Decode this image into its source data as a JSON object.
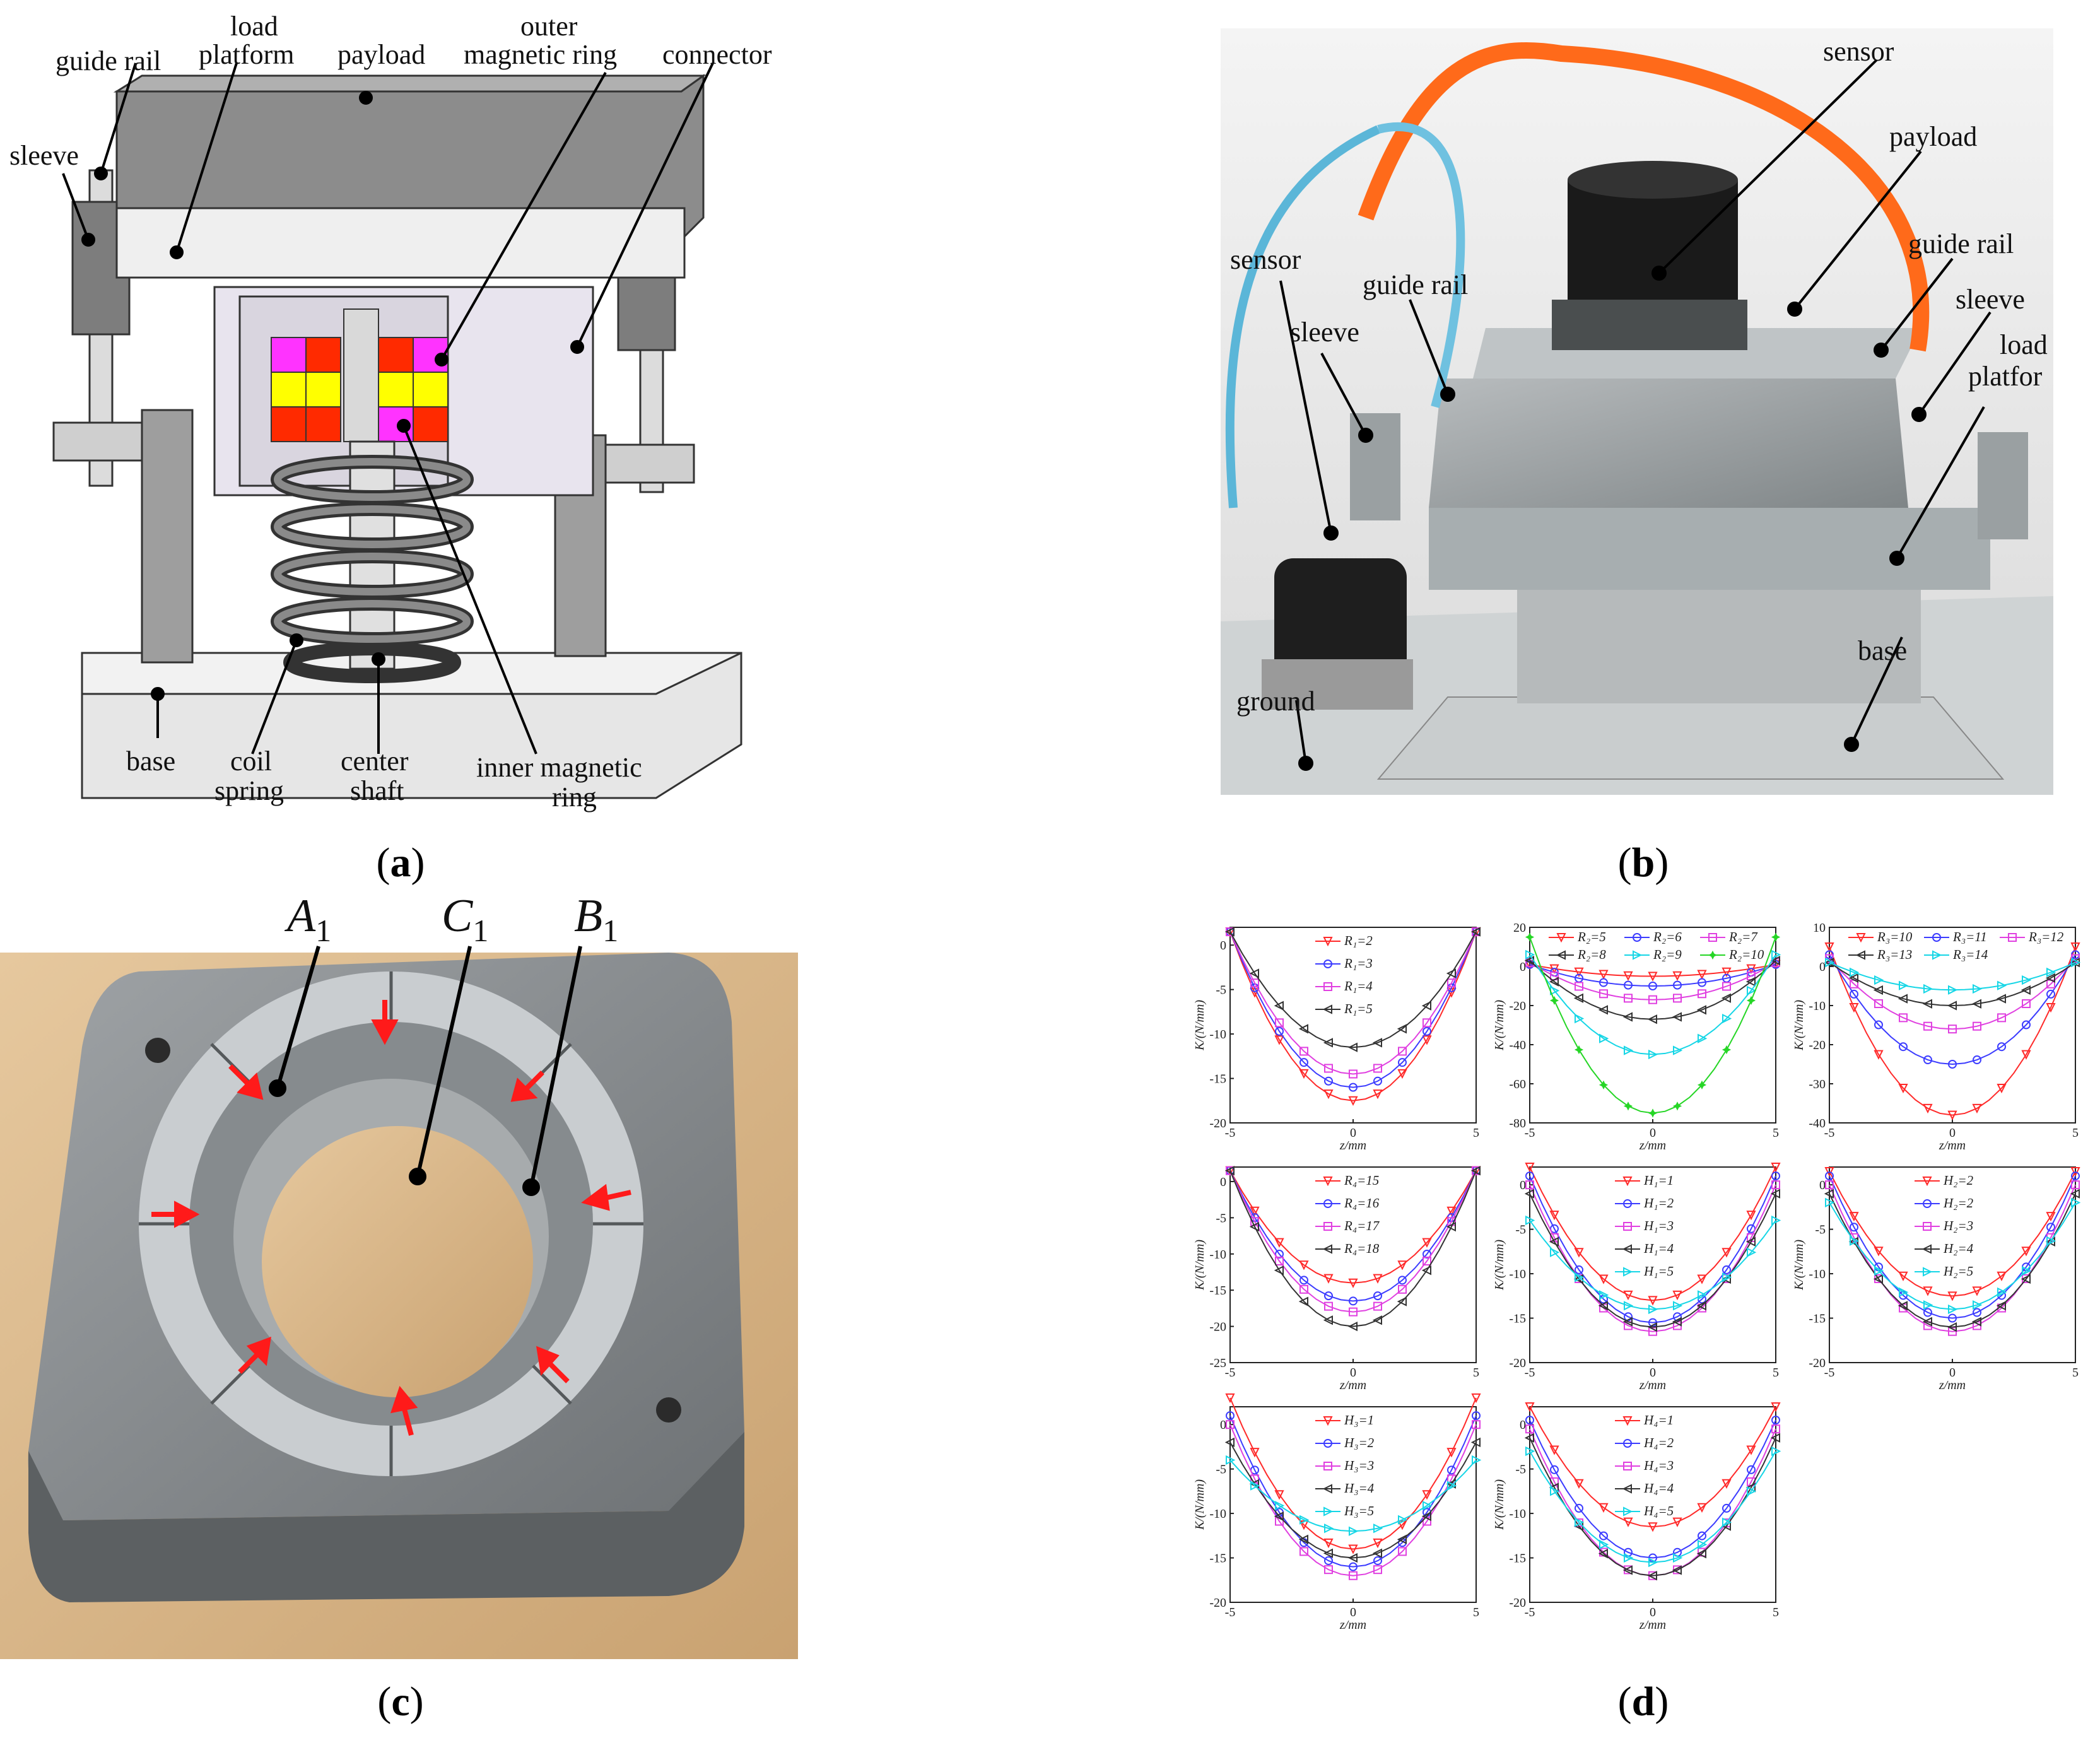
{
  "panel_a": {
    "caption_open": "(",
    "caption_letter": "a",
    "caption_close": ")",
    "labels": {
      "guide_rail": "guide rail",
      "load_platform_1": "load",
      "load_platform_2": "platform",
      "payload": "payload",
      "outer_1": "outer",
      "outer_2": "magnetic ring",
      "connector": "connector",
      "sleeve": "sleeve",
      "base": "base",
      "coil_1": "coil",
      "coil_2": "spring",
      "center_1": "center",
      "center_2": "shaft",
      "inner_1": "inner magnetic",
      "inner_2": "ring"
    }
  },
  "panel_b": {
    "caption_open": "(",
    "caption_letter": "b",
    "caption_close": ")",
    "labels": {
      "sensor_top": "sensor",
      "payload": "payload",
      "guide_rail_right": "guide rail",
      "sleeve_right": "sleeve",
      "load_1": "load",
      "load_2": "platfor",
      "sensor_left": "sensor",
      "guide_rail_left": "guide rail",
      "sleeve_left": "sleeve",
      "base": "base",
      "ground": "ground"
    }
  },
  "panel_c": {
    "caption_open": "(",
    "caption_letter": "c",
    "caption_close": ")",
    "labels": {
      "a1": "A",
      "a1_sub": "1",
      "c1": "C",
      "c1_sub": "1",
      "b1": "B",
      "b1_sub": "1"
    }
  },
  "panel_d": {
    "caption_open": "(",
    "caption_letter": "d",
    "caption_close": ")",
    "xlabel": "z/mm",
    "ylabel": "K/(N/mm)"
  },
  "chart_data": [
    {
      "type": "line",
      "id": "R1",
      "x": [
        -5,
        5
      ],
      "ylim": [
        -20,
        2
      ],
      "yticks": [
        0,
        -5,
        -10,
        -15,
        -20
      ],
      "legend": [
        "R₁=2",
        "R₁=3",
        "R₁=4",
        "R₁=5"
      ],
      "series": [
        {
          "name": "R₁=2",
          "min": -17.5,
          "end": 1.5
        },
        {
          "name": "R₁=3",
          "min": -16,
          "end": 1.5
        },
        {
          "name": "R₁=4",
          "min": -14.5,
          "end": 1.5
        },
        {
          "name": "R₁=5",
          "min": -11.5,
          "end": 1.5
        }
      ]
    },
    {
      "type": "line",
      "id": "R2",
      "x": [
        -5,
        5
      ],
      "ylim": [
        -80,
        20
      ],
      "yticks": [
        20,
        0,
        -20,
        -40,
        -60,
        -80
      ],
      "legend": [
        "R₂=5",
        "R₂=6",
        "R₂=7",
        "R₂=8",
        "R₂=9",
        "R₂=10"
      ],
      "series": [
        {
          "name": "R₂=5",
          "min": -5,
          "end": 1
        },
        {
          "name": "R₂=6",
          "min": -10,
          "end": 1
        },
        {
          "name": "R₂=7",
          "min": -17,
          "end": 2
        },
        {
          "name": "R₂=8",
          "min": -27,
          "end": 3
        },
        {
          "name": "R₂=9",
          "min": -45,
          "end": 6
        },
        {
          "name": "R₂=10",
          "min": -75,
          "end": 15
        }
      ]
    },
    {
      "type": "line",
      "id": "R3",
      "x": [
        -5,
        5
      ],
      "ylim": [
        -40,
        10
      ],
      "yticks": [
        10,
        0,
        -10,
        -20,
        -30,
        -40
      ],
      "legend": [
        "R₃=10",
        "R₃=11",
        "R₃=12",
        "R₃=13",
        "R₃=14"
      ],
      "series": [
        {
          "name": "R₃=10",
          "min": -38,
          "end": 5
        },
        {
          "name": "R₃=11",
          "min": -25,
          "end": 3
        },
        {
          "name": "R₃=12",
          "min": -16,
          "end": 2
        },
        {
          "name": "R₃=13",
          "min": -10,
          "end": 1
        },
        {
          "name": "R₃=14",
          "min": -6,
          "end": 1
        }
      ]
    },
    {
      "type": "line",
      "id": "R4",
      "x": [
        -5,
        5
      ],
      "ylim": [
        -25,
        2
      ],
      "yticks": [
        0,
        -5,
        -10,
        -15,
        -20,
        -25
      ],
      "legend": [
        "R₄=15",
        "R₄=16",
        "R₄=17",
        "R₄=18"
      ],
      "series": [
        {
          "name": "R₄=15",
          "min": -14,
          "end": 1.5
        },
        {
          "name": "R₄=16",
          "min": -16.5,
          "end": 1.5
        },
        {
          "name": "R₄=17",
          "min": -18,
          "end": 1.5
        },
        {
          "name": "R₄=18",
          "min": -20,
          "end": 1.5
        }
      ]
    },
    {
      "type": "line",
      "id": "H1",
      "x": [
        -5,
        5
      ],
      "ylim": [
        -20,
        2
      ],
      "yticks": [
        0,
        -5,
        -10,
        -15,
        -20
      ],
      "legend": [
        "H₁=1",
        "H₁=2",
        "H₁=3",
        "H₁=4",
        "H₁=5"
      ],
      "series": [
        {
          "name": "H₁=1",
          "min": -13,
          "end": 2
        },
        {
          "name": "H₁=2",
          "min": -15.5,
          "end": 1
        },
        {
          "name": "H₁=3",
          "min": -16.5,
          "end": 0
        },
        {
          "name": "H₁=4",
          "min": -16,
          "end": -1
        },
        {
          "name": "H₁=5",
          "min": -14,
          "end": -4
        }
      ]
    },
    {
      "type": "line",
      "id": "H2",
      "x": [
        -5,
        5
      ],
      "ylim": [
        -20,
        2
      ],
      "yticks": [
        0,
        -5,
        -10,
        -15,
        -20
      ],
      "legend": [
        "H₂=2",
        "H₂=2",
        "H₂=3",
        "H₂=4",
        "H₂=5"
      ],
      "series": [
        {
          "name": "H₂=2",
          "min": -12.5,
          "end": 1.5
        },
        {
          "name": "H₂=2",
          "min": -15,
          "end": 1
        },
        {
          "name": "H₂=3",
          "min": -16.5,
          "end": 0
        },
        {
          "name": "H₂=4",
          "min": -16,
          "end": -1
        },
        {
          "name": "H₂=5",
          "min": -14,
          "end": -2
        }
      ]
    },
    {
      "type": "line",
      "id": "H3",
      "x": [
        -5,
        5
      ],
      "ylim": [
        -20,
        2
      ],
      "yticks": [
        0,
        -5,
        -10,
        -15,
        -20
      ],
      "legend": [
        "H₃=1",
        "H₃=2",
        "H₃=3",
        "H₃=4",
        "H₃=5"
      ],
      "series": [
        {
          "name": "H₃=1",
          "min": -14,
          "end": 3
        },
        {
          "name": "H₃=2",
          "min": -16,
          "end": 1
        },
        {
          "name": "H₃=3",
          "min": -17,
          "end": 0
        },
        {
          "name": "H₃=4",
          "min": -15,
          "end": -2
        },
        {
          "name": "H₃=5",
          "min": -12,
          "end": -4
        }
      ]
    },
    {
      "type": "line",
      "id": "H4",
      "x": [
        -5,
        5
      ],
      "ylim": [
        -20,
        2
      ],
      "yticks": [
        0,
        -5,
        -10,
        -15,
        -20
      ],
      "legend": [
        "H₄=1",
        "H₄=2",
        "H₄=3",
        "H₄=4",
        "H₄=5"
      ],
      "series": [
        {
          "name": "H₄=1",
          "min": -11.5,
          "end": 2
        },
        {
          "name": "H₄=2",
          "min": -15,
          "end": 0.5
        },
        {
          "name": "H₄=3",
          "min": -17,
          "end": -0.5
        },
        {
          "name": "H₄=4",
          "min": -17,
          "end": -1.5
        },
        {
          "name": "H₄=5",
          "min": -15.5,
          "end": -3
        }
      ]
    }
  ],
  "colors": {
    "red": "#ff2a2a",
    "blue": "#3c3cff",
    "magenta": "#e040e0",
    "black": "#333333",
    "cyan": "#16d6e6",
    "green": "#26d626"
  }
}
